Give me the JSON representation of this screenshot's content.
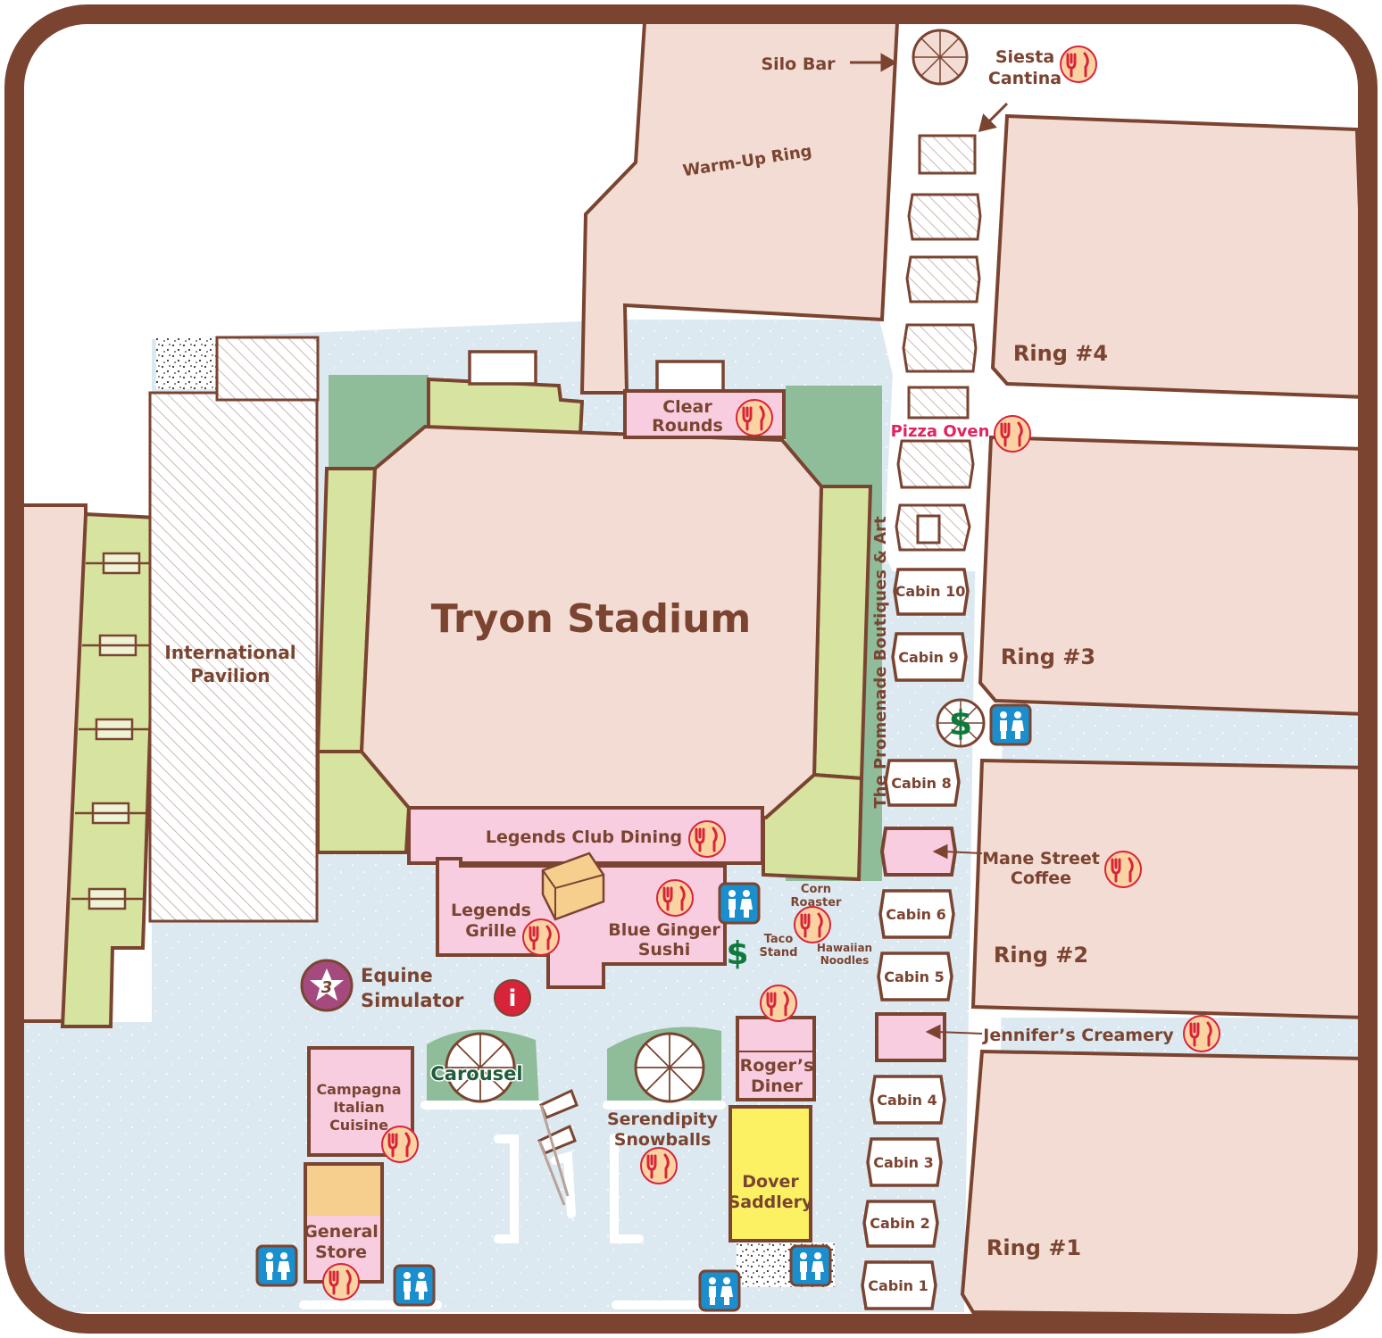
{
  "colors": {
    "frame": "#7a4431",
    "building": "#f3dcd4",
    "walkway": "#dde9f1",
    "lawn": "#8fbd9a",
    "stands": "#d6e4a0",
    "dining": "#f8cde0",
    "tan": "#f6cf8f",
    "dover": "#fcf163",
    "restroom": "#1b8fce",
    "icon_food_bg": "#fbd3a2",
    "icon_food": "#d8243b",
    "money": "#0e7a3b",
    "pizza_text": "#e0245e",
    "info": "#d8243b",
    "sim": "#a54a7e"
  },
  "labels": {
    "tryon_stadium": "Tryon Stadium",
    "international_1": "International",
    "international_2": "Pavilion",
    "warmup_ring": "Warm-Up Ring",
    "silo_bar": "Silo Bar",
    "siesta_1": "Siesta",
    "siesta_2": "Cantina",
    "ring4": "Ring #4",
    "ring3": "Ring #3",
    "ring2": "Ring #2",
    "ring1": "Ring #1",
    "pizza_oven": "Pizza Oven",
    "clear_1": "Clear",
    "clear_2": "Rounds",
    "promenade": "The Promenade Boutiques & Art",
    "cabin10": "Cabin 10",
    "cabin9": "Cabin 9",
    "cabin8": "Cabin 8",
    "cabin6": "Cabin 6",
    "cabin5": "Cabin 5",
    "cabin4": "Cabin 4",
    "cabin3": "Cabin 3",
    "cabin2": "Cabin 2",
    "cabin1": "Cabin 1",
    "mane_1": "Mane Street",
    "mane_2": "Coffee",
    "jennifers": "Jennifer’s Creamery",
    "legends_club": "Legends Club Dining",
    "legends_grille_1": "Legends",
    "legends_grille_2": "Grille",
    "blue_ginger_1": "Blue Ginger",
    "blue_ginger_2": "Sushi",
    "corn_1": "Corn",
    "corn_2": "Roaster",
    "taco_1": "Taco",
    "taco_2": "Stand",
    "hawaiian_1": "Hawaiian",
    "hawaiian_2": "Noodles",
    "equine_1": "Equine",
    "equine_2": "Simulator",
    "carousel": "Carousel",
    "serendipity_1": "Serendipity",
    "serendipity_2": "Snowballs",
    "rogers_1": "Roger’s",
    "rogers_2": "Diner",
    "dover_1": "Dover",
    "dover_2": "Saddlery",
    "campagna_1": "Campagna",
    "campagna_2": "Italian",
    "campagna_3": "Cuisine",
    "general_1": "General",
    "general_2": "Store",
    "simulator_number": "3",
    "info_glyph": "i",
    "money_glyph": "$"
  },
  "icons": {
    "food": "fork-knife-icon",
    "restroom": "restroom-icon",
    "atm": "dollar-icon",
    "info": "info-icon",
    "star": "star-icon",
    "carousel": "carousel-icon",
    "silo": "silo-icon",
    "flag": "flag-icon"
  }
}
